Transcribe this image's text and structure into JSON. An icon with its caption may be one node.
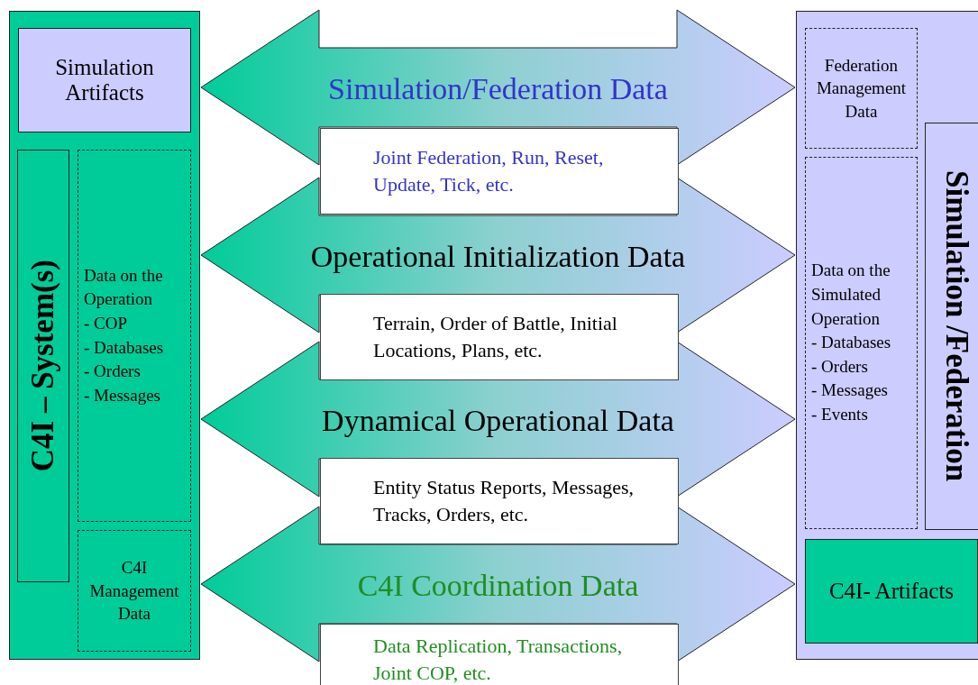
{
  "diagram": {
    "nodes": [
      {
        "text": [],
        "shape": "box"
      },
      {
        "text": [
          "Simulation Artifacts"
        ],
        "in": 0
      },
      {
        "text": [
          "C4I – System(s)"
        ],
        "in": 0
      },
      {
        "text": [
          "Data on the Operation",
          "- COP",
          "- Databases",
          "- Orders",
          "- Messages"
        ],
        "in": 0
      },
      {
        "text": [
          "C4I Management Data"
        ],
        "in": 0
      },
      {
        "text": [],
        "shape": "box"
      },
      {
        "text": [
          "Federation Management Data"
        ],
        "in": 5
      },
      {
        "text": [
          "Data on the Simulated Operation",
          "- Databases",
          "- Orders",
          "- Messages",
          "- Events"
        ],
        "in": 5
      },
      {
        "text": [
          "Simulation /Federation"
        ],
        "in": 5
      },
      {
        "text": [
          "C4I- Artifacts"
        ],
        "in": 5
      },
      {
        "text": [
          "Joint Federation, Run, Reset, Update, Tick, etc."
        ]
      },
      {
        "text": [
          "Terrain, Order of Battle, Initial Locations, Plans, etc."
        ]
      },
      {
        "text": [
          "Entity Status Reports, Messages, Tracks, Orders, etc."
        ]
      },
      {
        "text": [
          "Data Replication, Transactions, Joint COP, etc."
        ]
      }
    ],
    "edges": [
      {
        "from": 1,
        "to": 6,
        "arrow": "both",
        "style": "thick",
        "label": "Simulation/Federation Data"
      },
      {
        "from": 3,
        "to": 7,
        "arrow": "both",
        "style": "thick",
        "label": "Operational Initialization Data"
      },
      {
        "from": 3,
        "to": 7,
        "arrow": "both",
        "style": "thick",
        "label": "Dynamical Operational Data"
      },
      {
        "from": 4,
        "to": 9,
        "arrow": "both",
        "style": "thick",
        "label": "C4I Coordination Data"
      }
    ]
  }
}
